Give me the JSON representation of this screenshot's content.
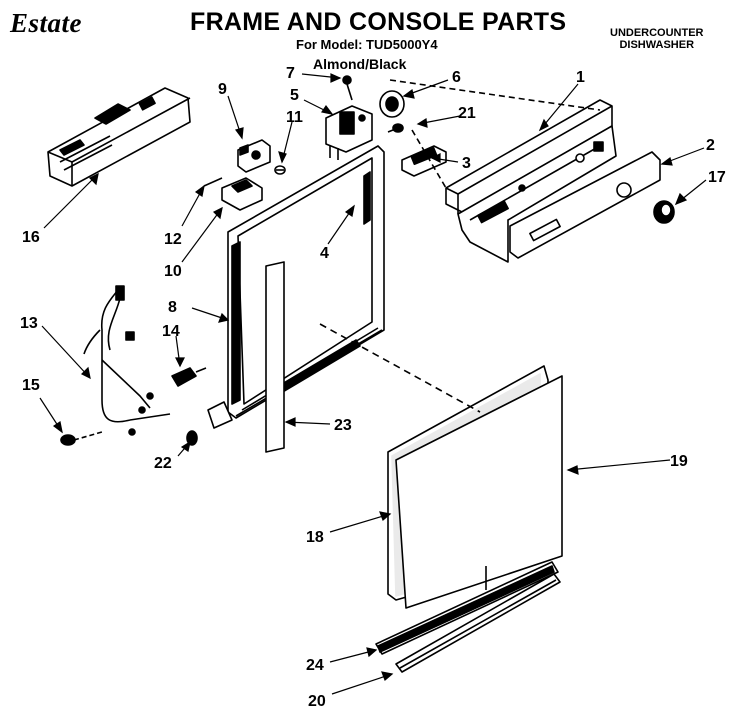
{
  "header": {
    "brand": "Estate",
    "title": "FRAME AND CONSOLE PARTS",
    "model_line": "For Model: TUD5000Y4",
    "variant": "Almond/Black",
    "category_line1": "UNDERCOUNTER",
    "category_line2": "DISHWASHER"
  },
  "callouts": {
    "c1": "1",
    "c2": "2",
    "c3": "3",
    "c4": "4",
    "c5": "5",
    "c6": "6",
    "c7": "7",
    "c8": "8",
    "c9": "9",
    "c10": "10",
    "c11": "11",
    "c12": "12",
    "c13": "13",
    "c14": "14",
    "c15": "15",
    "c16": "16",
    "c17": "17",
    "c18": "18",
    "c19": "19",
    "c20": "20",
    "c21": "21",
    "c22": "22",
    "c23": "23",
    "c24": "24"
  }
}
